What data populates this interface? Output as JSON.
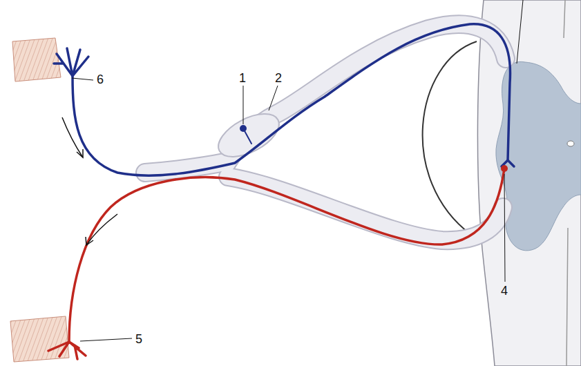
{
  "diagram": {
    "labels": [
      "1",
      "2",
      "6",
      "4",
      "5"
    ]
  }
}
